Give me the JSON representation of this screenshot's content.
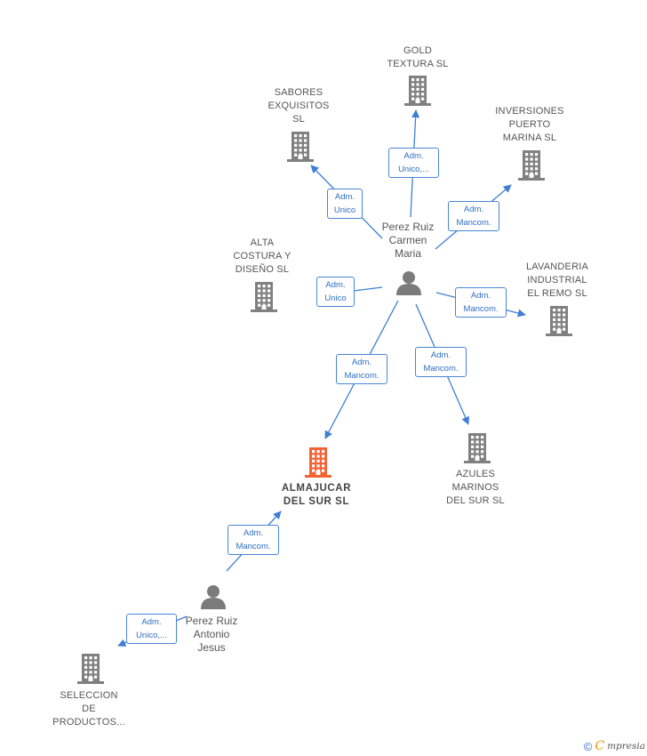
{
  "colors": {
    "edge": "#3d7ed6",
    "company_icon": "#808080",
    "focus_company_icon": "#f26336",
    "person_icon": "#7b7b7b",
    "label_box_border": "#4a86d4",
    "label_box_text": "#2f6fc0"
  },
  "companies": [
    {
      "id": "gold",
      "label": "GOLD\nTEXTURA  SL",
      "icon": "building-icon",
      "focus": false
    },
    {
      "id": "sabores",
      "label": "SABORES\nEXQUISITOS\nSL",
      "icon": "building-icon",
      "focus": false
    },
    {
      "id": "inversiones",
      "label": "INVERSIONES\nPUERTO\nMARINA SL",
      "icon": "building-icon",
      "focus": false
    },
    {
      "id": "alta",
      "label": "ALTA\nCOSTURA Y\nDISEÑO  SL",
      "icon": "building-icon",
      "focus": false
    },
    {
      "id": "lavanderia",
      "label": "LAVANDERIA\nINDUSTRIAL\nEL REMO  SL",
      "icon": "building-icon",
      "focus": false
    },
    {
      "id": "almajucar",
      "label": "ALMAJUCAR\nDEL SUR  SL",
      "icon": "building-icon",
      "focus": true
    },
    {
      "id": "azules",
      "label": "AZULES\nMARINOS\nDEL SUR  SL",
      "icon": "building-icon",
      "focus": false
    },
    {
      "id": "seleccion",
      "label": "SELECCION\nDE\nPRODUCTOS...",
      "icon": "building-icon",
      "focus": false
    }
  ],
  "persons": [
    {
      "id": "carmen",
      "label": "Perez Ruiz\nCarmen\nMaria",
      "icon": "person-icon"
    },
    {
      "id": "antonio",
      "label": "Perez Ruiz\nAntonio\nJesus",
      "icon": "person-icon"
    }
  ],
  "edges": [
    {
      "from": "carmen",
      "to": "gold",
      "role": [
        "Adm.",
        "Unico,..."
      ]
    },
    {
      "from": "carmen",
      "to": "sabores",
      "role": [
        "Adm.",
        "Unico"
      ]
    },
    {
      "from": "carmen",
      "to": "inversiones",
      "role": [
        "Adm.",
        "Mancom."
      ]
    },
    {
      "from": "carmen",
      "to": "alta",
      "role": [
        "Adm.",
        "Unico"
      ]
    },
    {
      "from": "carmen",
      "to": "lavanderia",
      "role": [
        "Adm.",
        "Mancom."
      ]
    },
    {
      "from": "carmen",
      "to": "almajucar",
      "role": [
        "Adm.",
        "Mancom."
      ]
    },
    {
      "from": "carmen",
      "to": "azules",
      "role": [
        "Adm.",
        "Mancom."
      ]
    },
    {
      "from": "antonio",
      "to": "almajucar",
      "role": [
        "Adm.",
        "Mancom."
      ]
    },
    {
      "from": "antonio",
      "to": "seleccion",
      "role": [
        "Adm.",
        "Unico,..."
      ]
    }
  ],
  "footer": {
    "copyright": "©",
    "brand_initial": "C",
    "brand_rest": "mpresia"
  }
}
